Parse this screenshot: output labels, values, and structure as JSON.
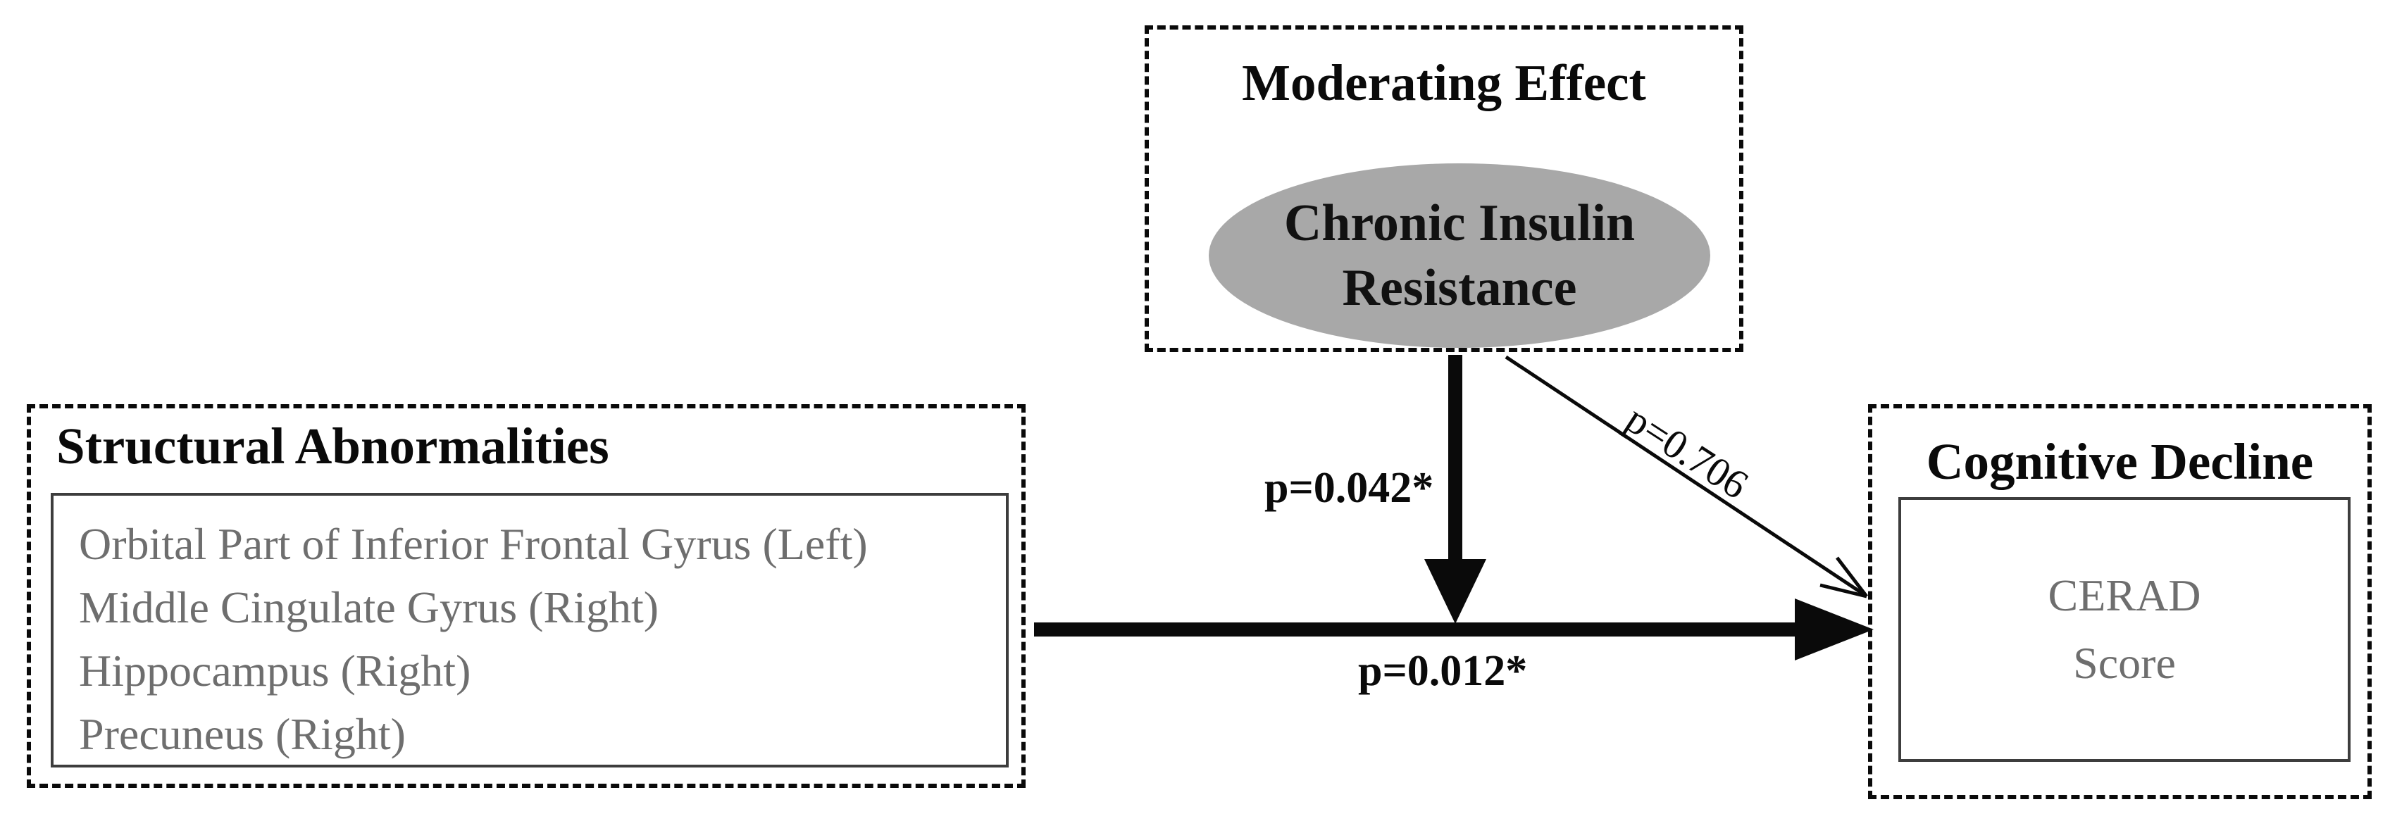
{
  "figure": {
    "moderating": {
      "title": "Moderating Effect",
      "ellipse_line1": "Chronic Insulin",
      "ellipse_line2": "Resistance"
    },
    "structural": {
      "title": "Structural Abnormalities",
      "items": [
        "Orbital Part of Inferior Frontal Gyrus (Left)",
        "Middle Cingulate Gyrus (Right)",
        "Hippocampus (Right)",
        "Precuneus (Right)"
      ]
    },
    "cognitive": {
      "title": "Cognitive Decline",
      "measure_line1": "CERAD",
      "measure_line2": "Score"
    },
    "labels": {
      "moderation_p": "p=0.042*",
      "direct_p": "p=0.012*",
      "moderator_outcome_p": "p=0.706"
    },
    "colors": {
      "ellipse_fill": "#a8a8a8",
      "muted_text": "#6e6e6e",
      "line": "#0a0a0a"
    }
  }
}
